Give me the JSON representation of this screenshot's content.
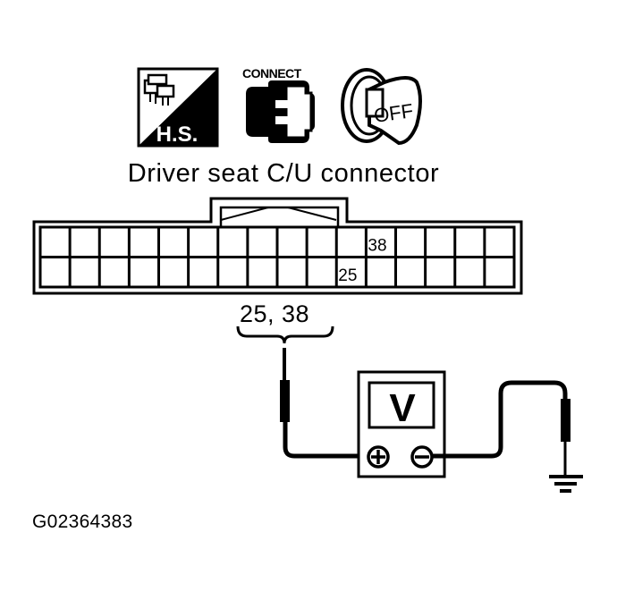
{
  "diagram": {
    "icons": [
      {
        "name": "harness-side-icon",
        "label": "H.S."
      },
      {
        "name": "connect-icon",
        "label": "CONNECT"
      },
      {
        "name": "ignition-off-icon",
        "label": "OFF"
      }
    ],
    "title": "Driver seat C/U connector",
    "connector": {
      "rows": 2,
      "columns": 16,
      "highlighted_pins": [
        {
          "pin": "38",
          "row": 1,
          "column": 12
        },
        {
          "pin": "25",
          "row": 2,
          "column": 11
        }
      ]
    },
    "probe_label": "25, 38",
    "meter": {
      "display": "V",
      "positive_terminal": "+",
      "negative_terminal": "−"
    },
    "ground": "ground-symbol",
    "figure_id": "G02364383"
  }
}
